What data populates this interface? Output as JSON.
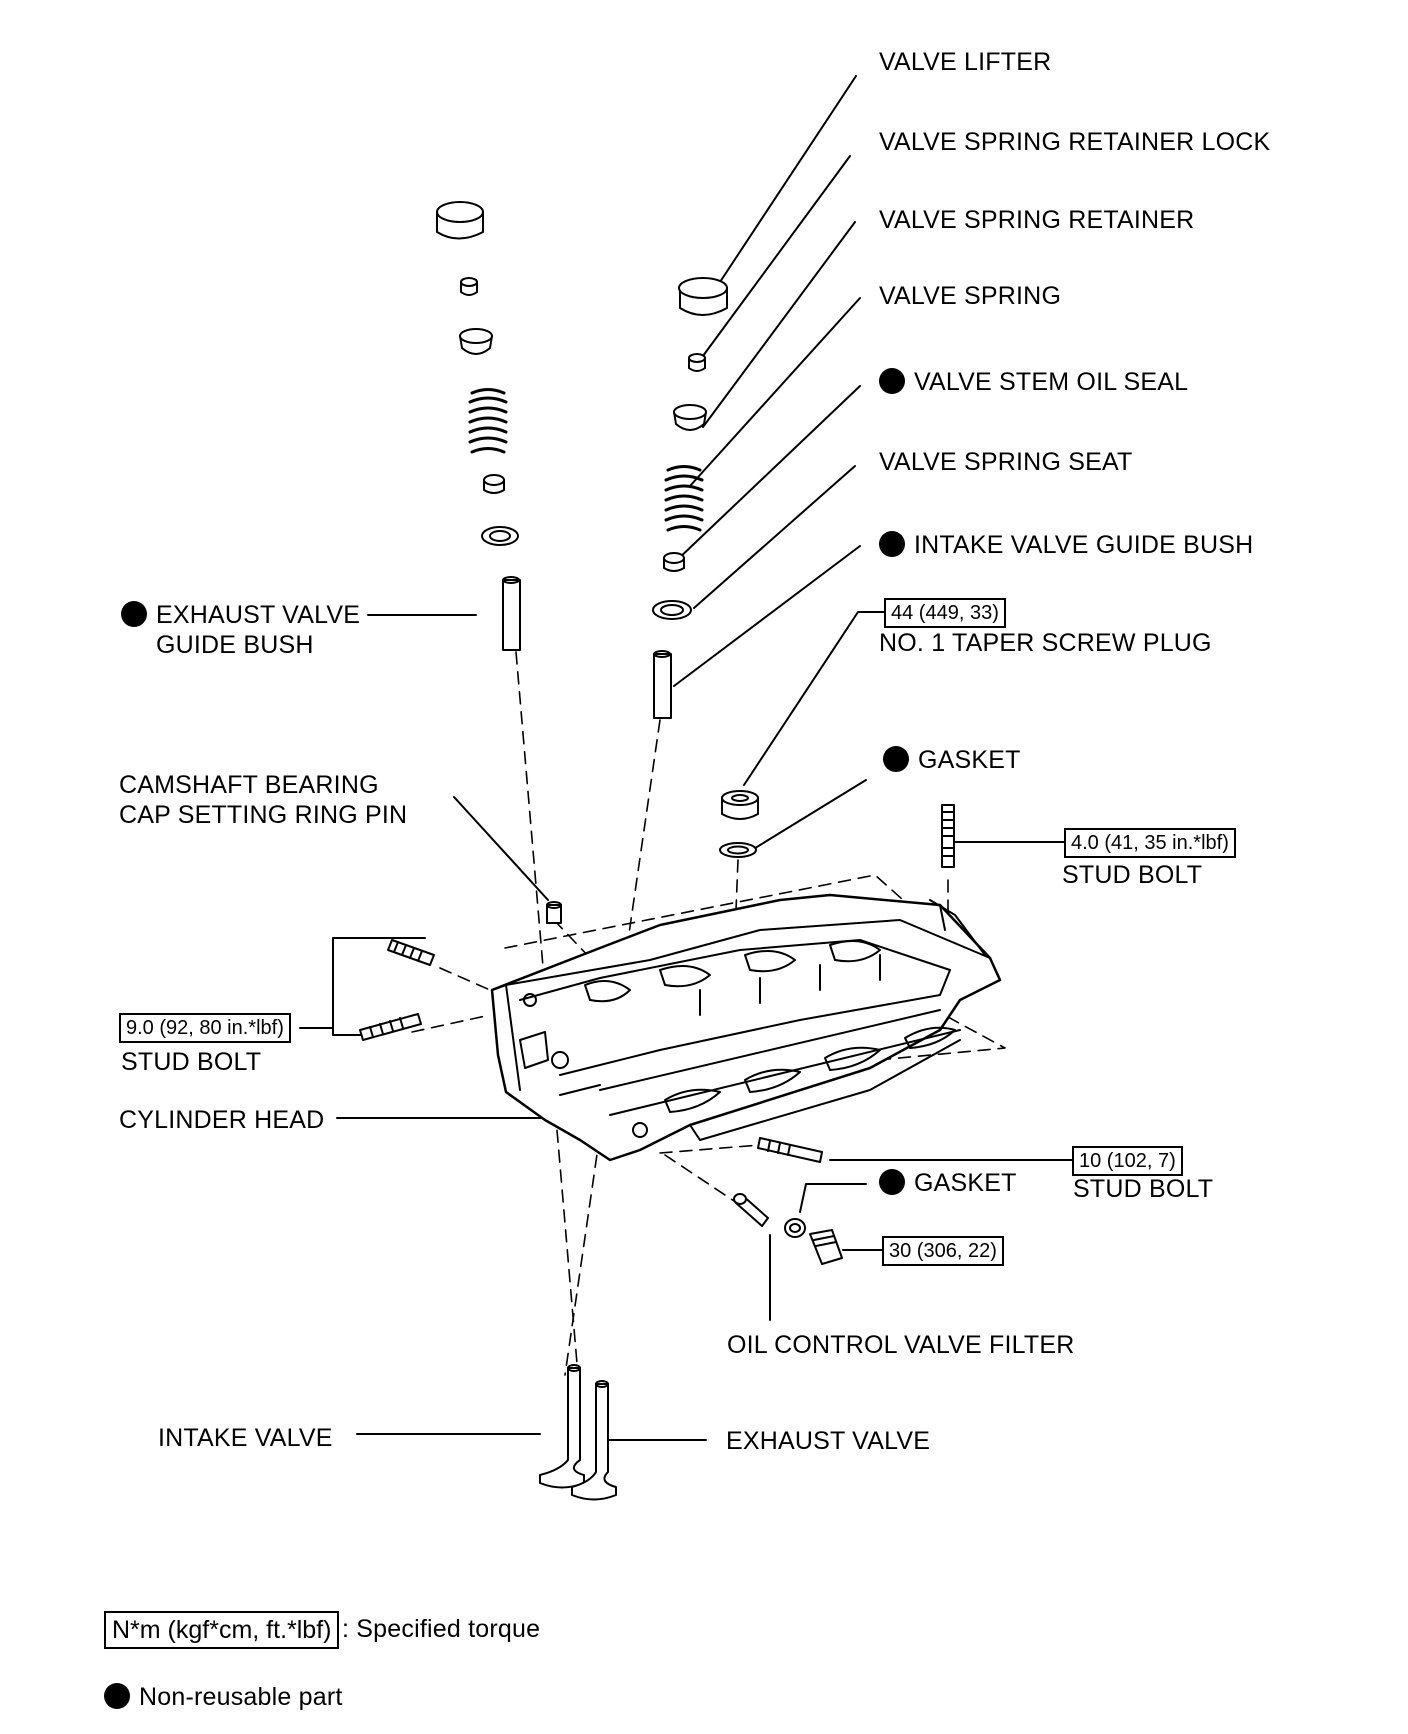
{
  "labels": {
    "valve_lifter": "VALVE LIFTER",
    "retainer_lock": "VALVE SPRING RETAINER LOCK",
    "spring_retainer": "VALVE SPRING RETAINER",
    "valve_spring": "VALVE SPRING",
    "stem_oil_seal": "VALVE STEM OIL SEAL",
    "spring_seat": "VALVE SPRING SEAT",
    "intake_guide_bush": "INTAKE VALVE GUIDE BUSH",
    "exhaust_guide_bush_1": "EXHAUST VALVE",
    "exhaust_guide_bush_2": "GUIDE BUSH",
    "taper_plug": "NO. 1 TAPER SCREW PLUG",
    "gasket_top": "GASKET",
    "ring_pin_1": "CAMSHAFT BEARING",
    "ring_pin_2": "CAP SETTING RING PIN",
    "stud_bolt_right": "STUD BOLT",
    "stud_bolt_left": "STUD BOLT",
    "cylinder_head": "CYLINDER HEAD",
    "stud_bolt_lower": "STUD BOLT",
    "gasket_lower": "GASKET",
    "oil_filter": "OIL CONTROL VALVE FILTER",
    "intake_valve": "INTAKE VALVE",
    "exhaust_valve": "EXHAUST VALVE"
  },
  "torques": {
    "taper_plug": "44 (449, 33)",
    "stud_bolt_right": "4.0 (41, 35 in.*lbf)",
    "stud_bolt_left": "9.0 (92, 80 in.*lbf)",
    "stud_bolt_lower": "10 (102, 7)",
    "filter_plug": "30 (306, 22)"
  },
  "legend": {
    "torque_box": "N*m (kgf*cm, ft.*lbf)",
    "torque_text": ": Specified torque",
    "nonreusable_text": "Non-reusable part"
  },
  "colors": {
    "ink": "#000000",
    "paper": "#ffffff"
  }
}
